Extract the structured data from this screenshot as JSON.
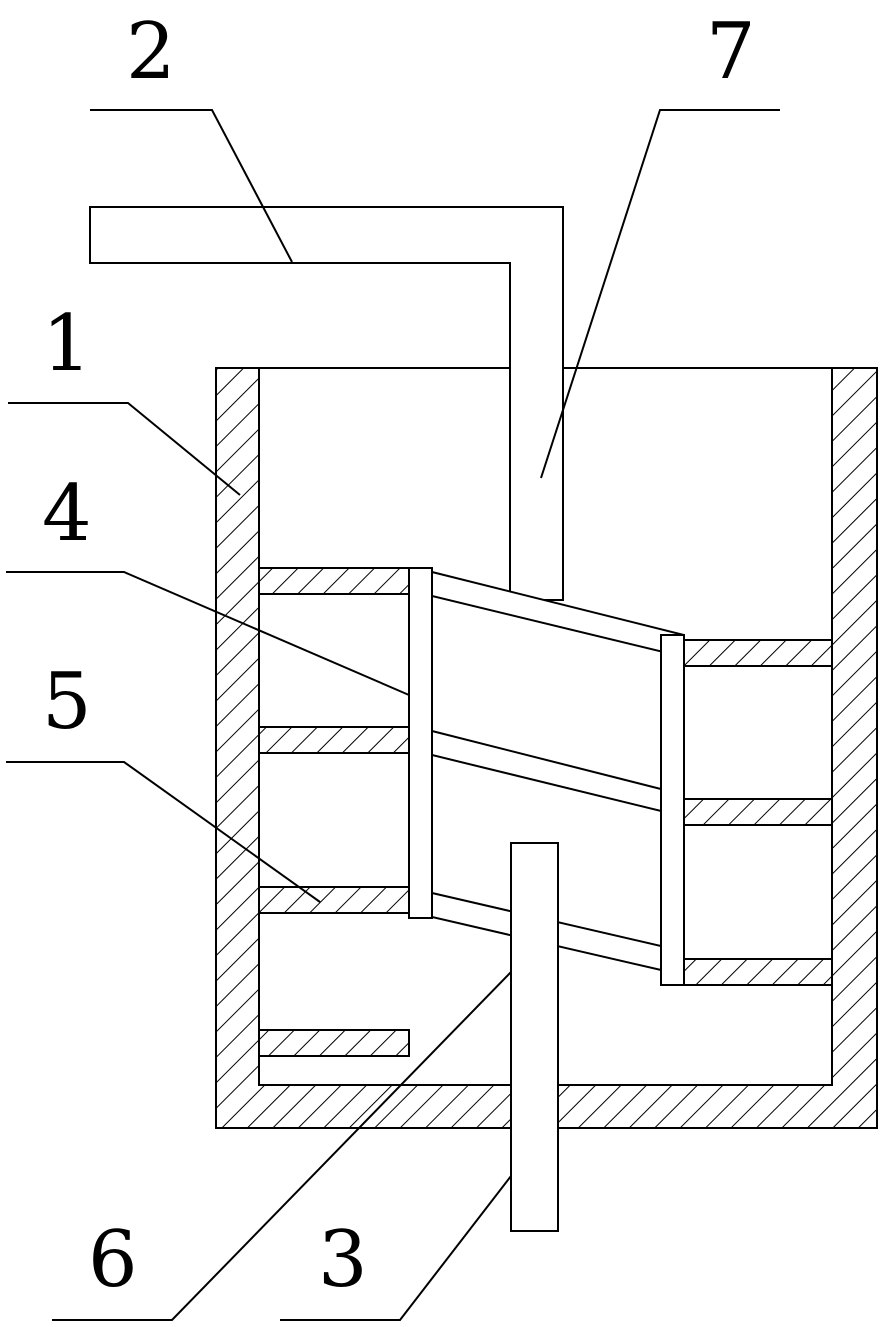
{
  "figure": {
    "callouts": [
      {
        "id": "1",
        "label": "1"
      },
      {
        "id": "2",
        "label": "2"
      },
      {
        "id": "3",
        "label": "3"
      },
      {
        "id": "4",
        "label": "4"
      },
      {
        "id": "5",
        "label": "5"
      },
      {
        "id": "6",
        "label": "6"
      },
      {
        "id": "7",
        "label": "7"
      }
    ],
    "colors": {
      "line": "#000000",
      "background": "#ffffff"
    }
  }
}
